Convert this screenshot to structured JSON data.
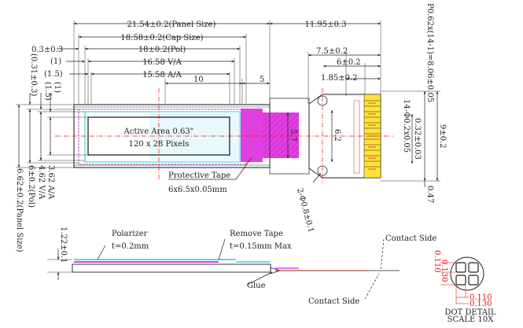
{
  "top_dims": {
    "panel_size": "21.54±0.2(Panel Size)",
    "fpc_len": "11.95±0.3",
    "cap_size": "18.58±0.2(Cap Size)",
    "pol": "18±0.2(Pol)",
    "va": "16.58 V/A",
    "aa": "15.58 A/A",
    "d03": "0.3±0.3",
    "d1": "(1)",
    "d15": "(1.5)",
    "d10": "10",
    "d5": "5",
    "d75": "7.5±0.2",
    "d6": "6±0.2",
    "d185": "1.85±0.2"
  },
  "right_dims": {
    "pitch": "P0.62x(14-1)=8.06±0.05",
    "pad": "14-Φ0.2x0.05",
    "w032": "0.32±0.03",
    "w9": "9±0.2",
    "w047": "0.47"
  },
  "left_dims": {
    "r031": "(0.31±0.3)",
    "r15": "(1.5)",
    "r1": "(1)",
    "aa_h": "3.62 A/A",
    "va_h": "4.62 V/A",
    "pol_h": "6±0.2(Pol)",
    "panel_h": "6.62±0.2(Panel Size)"
  },
  "inner_dims": {
    "d57": "5.7",
    "d62": "6.2",
    "hole": "2-Φ0.8±0.1"
  },
  "active_area": {
    "line1": "Active Area 0.63\"",
    "line2": "120 x 28 Pixels"
  },
  "protective_tape": {
    "line1": "Protective Tape",
    "line2": "6x6.5x0.05mm"
  },
  "side_view": {
    "thickness": "1.22±0.1",
    "polarizer1": "Polarizer",
    "polarizer2": "t=0.2mm",
    "remove1": "Remove Tape",
    "remove2": "t=0.15mm Max",
    "glue": "Glue",
    "contact_top": "Contact Side",
    "contact_bottom": "Contact Side"
  },
  "dot_detail": {
    "d110a": "0.110",
    "d130a": "0.130",
    "d110b": "0.110",
    "d130b": "0.130",
    "title1": "DOT DETAIL",
    "title2": "SCALE 10X"
  },
  "colors": {
    "cyan": "#25c8d8",
    "magenta": "#e040e0",
    "red": "#ee1111",
    "yellow": "#ffe23a"
  }
}
